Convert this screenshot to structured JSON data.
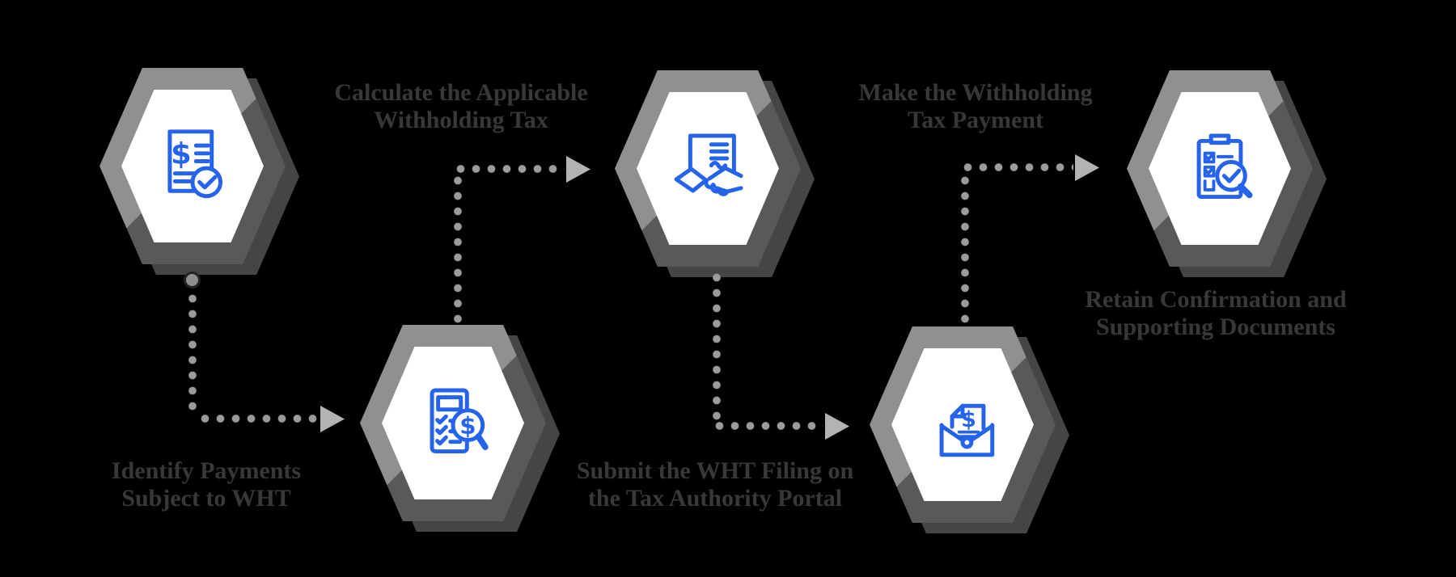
{
  "colors": {
    "background": "#000000",
    "icon_accent": "#2563eb",
    "hexagon_gray": "#909090",
    "hexagon_dark_fold": "#595959",
    "hexagon_long_shadow": "#454545",
    "inner_hexagon": "#ffffff",
    "connector_dot": "#9b9b9b",
    "arrow": "#b3b3b3",
    "label_text": "#383838"
  },
  "steps": [
    {
      "label_line1": "Identify Payments",
      "label_line2": "Subject to WHT",
      "icon": "invoice-dollar-check-icon"
    },
    {
      "label_line1": "Calculate the Applicable",
      "label_line2": "Withholding Tax",
      "icon": "calculator-search-dollar-icon"
    },
    {
      "label_line1": "Submit the WHT Filing on",
      "label_line2": "the Tax Authority Portal",
      "icon": "contract-handshake-icon"
    },
    {
      "label_line1": "Make the Withholding",
      "label_line2": "Tax Payment",
      "icon": "envelope-dollar-document-icon"
    },
    {
      "label_line1": "Retain Confirmation and",
      "label_line2": "Supporting Documents",
      "icon": "clipboard-search-check-icon"
    }
  ]
}
